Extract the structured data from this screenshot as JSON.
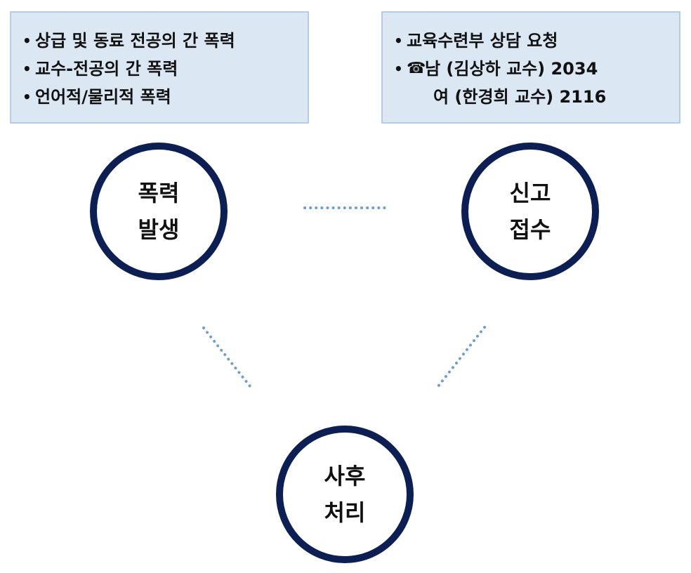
{
  "left_box": {
    "items": [
      "상급 및 동료 전공의 간 폭력",
      "교수-전공의 간 폭력",
      "언어적/물리적 폭력"
    ]
  },
  "right_box": {
    "item_1": "교육수련부 상담 요청",
    "phone_male": "남 (김상하 교수) 2034",
    "phone_female": "여 (한경희 교수) 2116",
    "icon": "phone-icon",
    "phone_glyph": "☎"
  },
  "nodes": {
    "violence": {
      "line1": "폭력",
      "line2": "발생"
    },
    "report": {
      "line1": "신고",
      "line2": "접수"
    },
    "followup": {
      "line1": "사후",
      "line2": "처리"
    }
  },
  "colors": {
    "box_fill": "#dbe7f3",
    "box_border": "#b4cce4",
    "circle_border": "#0c1f55",
    "connector": "#6f9fcf"
  }
}
